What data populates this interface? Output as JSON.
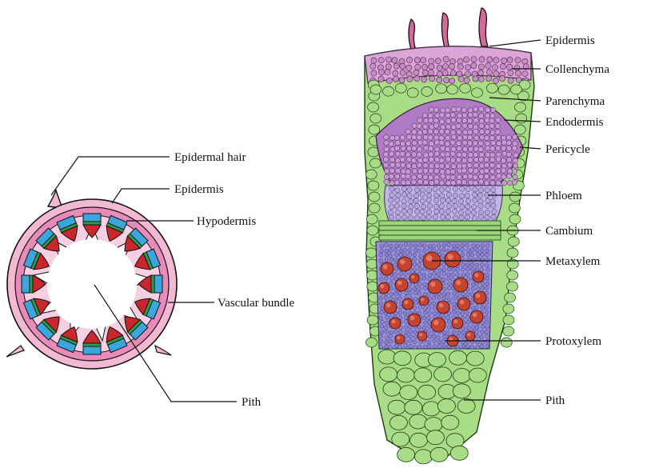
{
  "left_diagram": {
    "labels": {
      "epidermal_hair": "Epidermal hair",
      "epidermis": "Epidermis",
      "hypodermis": "Hypodermis",
      "vascular_bundle": "Vascular bundle",
      "pith": "Pith"
    }
  },
  "right_diagram": {
    "labels": {
      "epidermis": "Epidermis",
      "collenchyma": "Collenchyma",
      "parenchyma": "Parenchyma",
      "endodermis": "Endodermis",
      "pericycle": "Pericycle",
      "phloem": "Phloem",
      "cambium": "Cambium",
      "metaxylem": "Metaxylem",
      "protoxylem": "Protoxylem",
      "pith": "Pith"
    }
  },
  "colors": {
    "hypodermis_pink": "#e98bb8",
    "epidermis_light_pink": "#f3b9d2",
    "xylem_red": "#c9262e",
    "cambium_green": "#2e9b4a",
    "phloem_blue": "#3aa6dc",
    "parenchyma_green": "#a8dc86",
    "endodermis_purple": "#b07ac4",
    "phloem_lavender": "#b6a4de",
    "metaxylem_red": "#c5432f",
    "protoxylem_blue": "#8a84d4"
  }
}
